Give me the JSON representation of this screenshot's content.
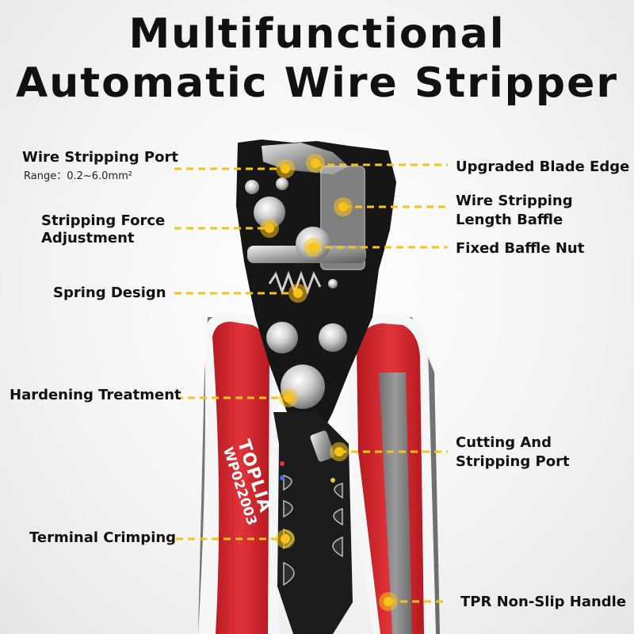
{
  "title": {
    "line1": "Multifunctional",
    "line2": "Automatic Wire Stripper"
  },
  "labels": {
    "wire_stripping_port": "Wire Stripping Port",
    "range": "Range：0.2~6.0mm²",
    "stripping_force_1": "Stripping Force",
    "stripping_force_2": "Adjustment",
    "spring_design": "Spring Design",
    "hardening_treatment": "Hardening Treatment",
    "terminal_crimping": "Terminal Crimping",
    "upgraded_blade_edge": "Upgraded Blade Edge",
    "length_baffle_1": "Wire Stripping",
    "length_baffle_2": "Length Baffle",
    "fixed_baffle_nut": "Fixed Baffle Nut",
    "cutting_port_1": "Cutting And",
    "cutting_port_2": "Stripping Port",
    "tpr_handle": "TPR Non-Slip Handle"
  },
  "product": {
    "brand": "TOPLIA",
    "model": "WP022003"
  },
  "colors": {
    "handle_red": "#d8242a",
    "handle_gray": "#8a8a8a",
    "handle_white": "#f6f6f6",
    "body_black": "#161616",
    "callout_yellow": "#f7c21a"
  }
}
